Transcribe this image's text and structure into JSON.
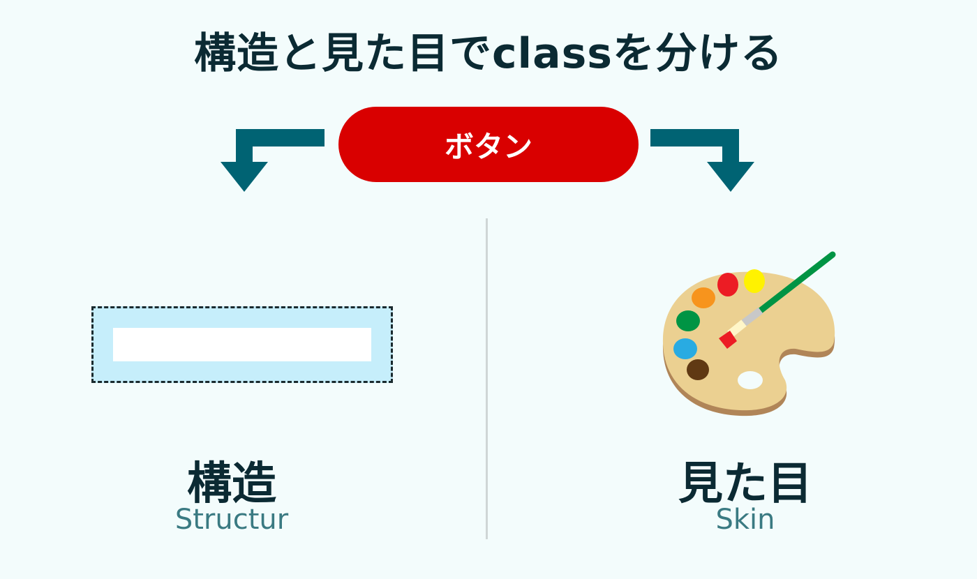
{
  "title": "構造と見た目でclassを分ける",
  "center_badge": "ボタン",
  "left": {
    "label": "構造",
    "sublabel": "Structur"
  },
  "right": {
    "label": "見た目",
    "sublabel": "Skin"
  },
  "colors": {
    "arrow": "#006373",
    "badge": "#d90000",
    "text": "#0b2a33",
    "sub": "#3a7a82"
  }
}
